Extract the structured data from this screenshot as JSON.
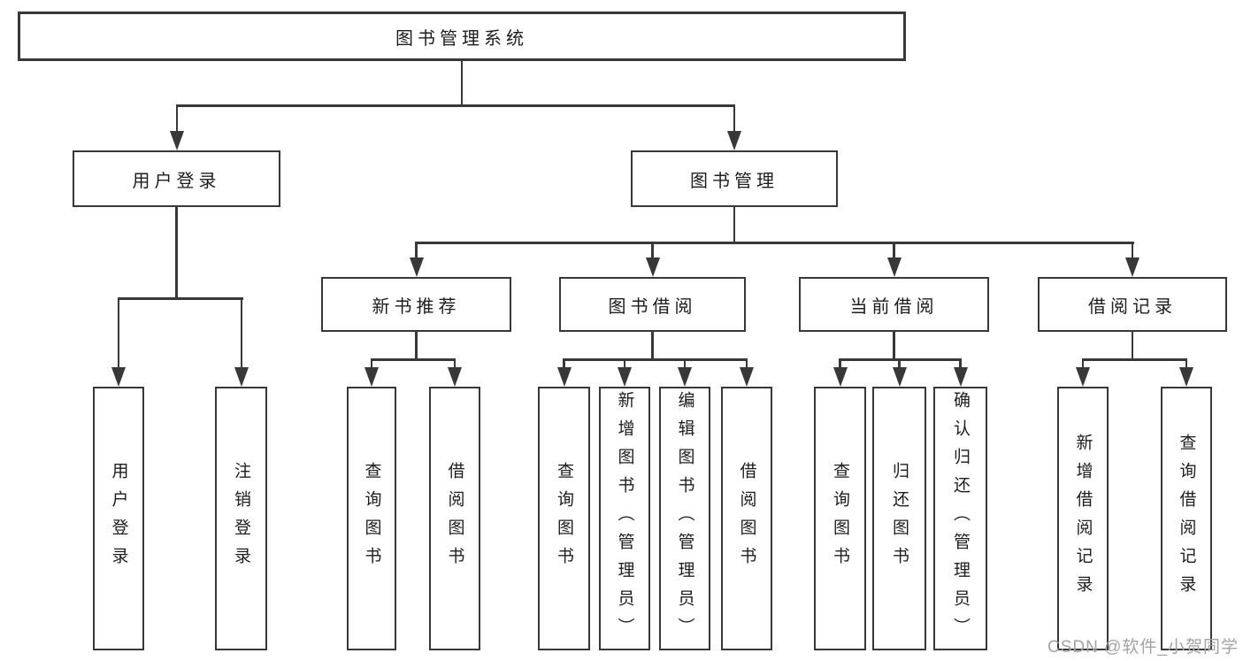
{
  "diagram": {
    "title_node": {
      "label": "图书管理系统"
    },
    "level2": [
      {
        "label": "用户登录"
      },
      {
        "label": "图书管理"
      }
    ],
    "level3": [
      {
        "label": "新书推荐"
      },
      {
        "label": "图书借阅"
      },
      {
        "label": "当前借阅"
      },
      {
        "label": "借阅记录"
      }
    ],
    "leaves": {
      "user_login": [
        "用户登录",
        "注销登录"
      ],
      "new_books": [
        "查询图书",
        "借阅图书"
      ],
      "book_borrow": [
        "查询图书",
        "新增图书（管理员）",
        "编辑图书（管理员）",
        "借阅图书"
      ],
      "current_borrow": [
        "查询图书",
        "归还图书",
        "确认归还（管理员）"
      ],
      "borrow_records": [
        "新增借阅记录",
        "查询借阅记录"
      ]
    }
  },
  "watermark": {
    "text": "CSDN @软件_小贺同学"
  },
  "colors": {
    "line": "#383838",
    "text": "#1d1d1d",
    "watermark": "#a3a3a3",
    "background": "#ffffff"
  }
}
